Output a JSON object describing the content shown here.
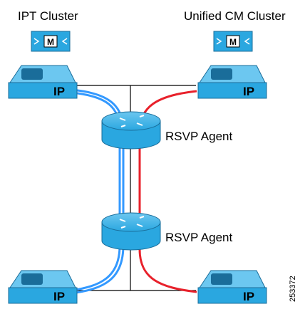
{
  "clusters": {
    "left_title": "IPT Cluster",
    "right_title": "Unified CM Cluster"
  },
  "call_manager": {
    "badge": "M",
    "icon": "call-manager-icon"
  },
  "phones": {
    "badge": "IP",
    "icon": "ip-phone-icon"
  },
  "routers": {
    "icon": "router-icon",
    "agent_top_label": "RSVP Agent",
    "agent_bottom_label": "RSVP Agent"
  },
  "figure_id": "253372",
  "colors": {
    "device_fill": "#2aa7e0",
    "device_dark": "#1a6d9a",
    "path_left": "#3399ff",
    "path_right": "#e8212b",
    "link": "#000000"
  }
}
